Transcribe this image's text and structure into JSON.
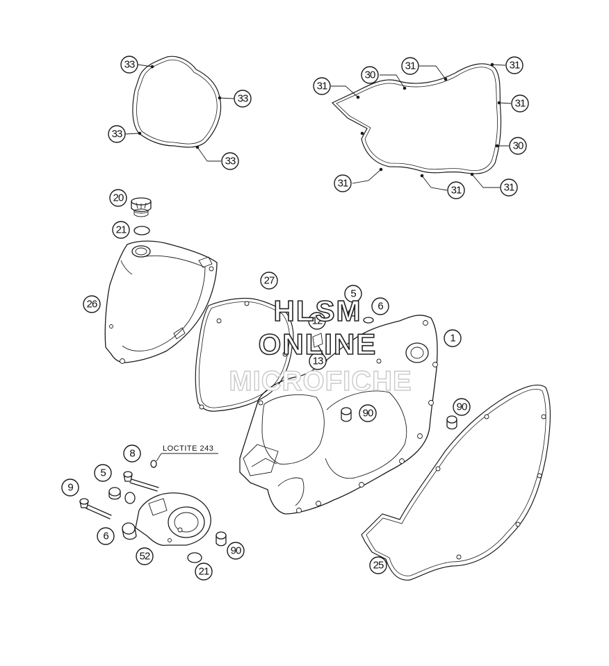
{
  "callouts": {
    "c33a": "33",
    "c33b": "33",
    "c33c": "33",
    "c33d": "33",
    "c31a": "31",
    "c30a": "30",
    "c31b": "31",
    "c31c": "31",
    "c31d": "31",
    "c30b": "30",
    "c31e": "31",
    "c31f": "31",
    "c31g": "31",
    "c20": "20",
    "c21a": "21",
    "c26": "26",
    "c27": "27",
    "c5a": "5",
    "c6a": "6",
    "c12": "12",
    "c13": "13",
    "c1": "1",
    "c90a": "90",
    "c90b": "90",
    "c90c": "90",
    "c8": "8",
    "c5b": "5",
    "c9": "9",
    "c6b": "6",
    "c52": "52",
    "c21b": "21",
    "c25": "25"
  },
  "note": {
    "loctite": "LOCTITE 243"
  },
  "watermark": {
    "line1": "HLSM",
    "line2": "ONLINE",
    "line3": "MICROFICHE"
  }
}
